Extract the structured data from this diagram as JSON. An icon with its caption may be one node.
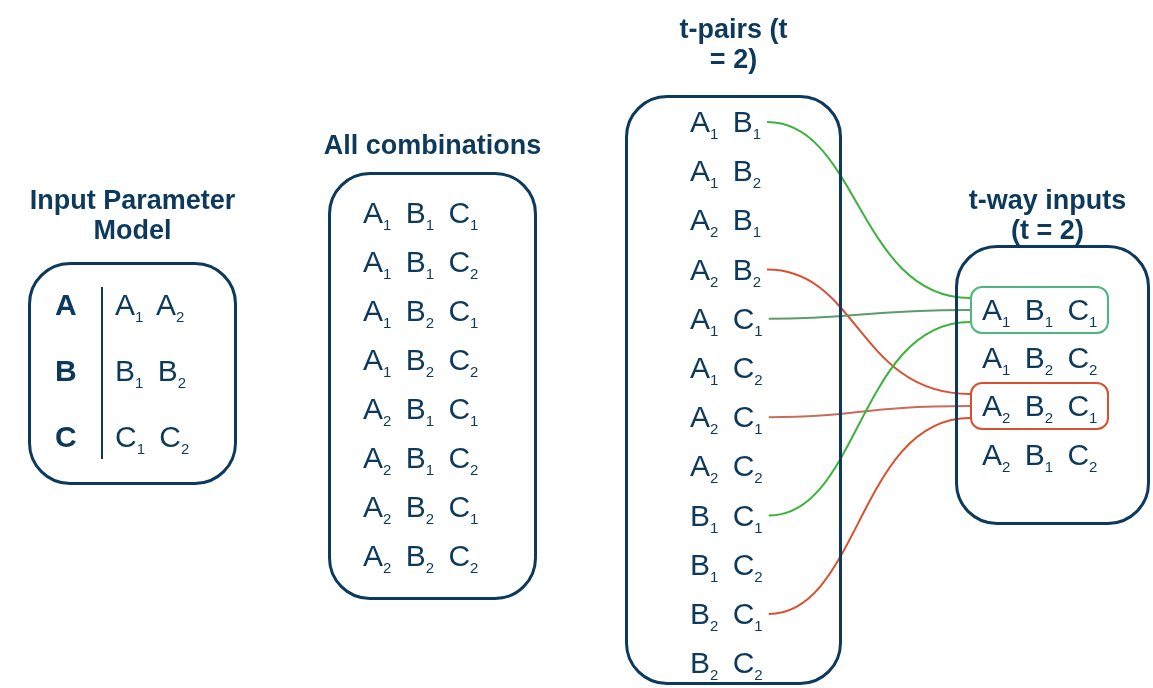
{
  "diagram": {
    "nodes": [
      {
        "text": [
          "Input Parameter Model",
          "A",
          "A$_{1}$ A$_{2}$",
          "B",
          "B$_{1}$ B$_{2}$",
          "C",
          "C$_{1}$ C$_{2}$"
        ]
      },
      {
        "text": [
          "All combinations",
          "A$_{1}$ B$_{1}$ C$_{1}$",
          "A$_{1}$ B$_{1}$ C$_{2}$",
          "A$_{1}$ B$_{2}$ C$_{1}$",
          "A$_{1}$ B$_{2}$ C$_{2}$",
          "A$_{2}$ B$_{1}$ C$_{1}$",
          "A$_{2}$ B$_{1}$ C$_{2}$",
          "A$_{2}$ B$_{2}$ C$_{1}$",
          "A$_{2}$ B$_{2}$ C$_{2}$"
        ]
      },
      {
        "text": [
          "t-pairs (t = 2)"
        ]
      },
      {
        "text": [
          "A$_{1}$ B$_{1}$"
        ],
        "in": 2
      },
      {
        "text": [
          "A$_{1}$ B$_{2}$"
        ],
        "in": 2
      },
      {
        "text": [
          "A$_{2}$ B$_{1}$"
        ],
        "in": 2
      },
      {
        "text": [
          "A$_{2}$ B$_{2}$"
        ],
        "in": 2
      },
      {
        "text": [
          "A$_{1}$ C$_{1}$"
        ],
        "in": 2
      },
      {
        "text": [
          "A$_{1}$ C$_{2}$"
        ],
        "in": 2
      },
      {
        "text": [
          "A$_{2}$ C$_{1}$"
        ],
        "in": 2
      },
      {
        "text": [
          "A$_{2}$ C$_{2}$"
        ],
        "in": 2
      },
      {
        "text": [
          "B$_{1}$ C$_{1}$"
        ],
        "in": 2
      },
      {
        "text": [
          "B$_{1}$ C$_{2}$"
        ],
        "in": 2
      },
      {
        "text": [
          "B$_{2}$ C$_{1}$"
        ],
        "in": 2
      },
      {
        "text": [
          "B$_{2}$ C$_{2}$"
        ],
        "in": 2
      },
      {
        "text": [
          "t-way inputs (t = 2)"
        ]
      },
      {
        "text": [
          "A$_{1}$ B$_{1}$ C$_{1}$"
        ],
        "in": 15
      },
      {
        "text": [
          "A$_{1}$ B$_{2}$ C$_{2}$"
        ],
        "in": 15
      },
      {
        "text": [
          "A$_{2}$ B$_{2}$ C$_{1}$"
        ],
        "in": 15
      },
      {
        "text": [
          "A$_{2}$ B$_{1}$ C$_{2}$"
        ],
        "in": 15
      }
    ],
    "edges": [
      {
        "from": 3,
        "to": 16,
        "arrow": "none",
        "color": "#3cb43c"
      },
      {
        "from": 6,
        "to": 18,
        "arrow": "none",
        "color": "#d9502f"
      },
      {
        "from": 7,
        "to": 16,
        "arrow": "none",
        "color": "#5c9c6c"
      },
      {
        "from": 9,
        "to": 18,
        "arrow": "none",
        "color": "#c86c5c"
      },
      {
        "from": 11,
        "to": 16,
        "arrow": "none",
        "color": "#3cb43c"
      },
      {
        "from": 13,
        "to": 18,
        "arrow": "none",
        "color": "#d9502f"
      }
    ]
  }
}
